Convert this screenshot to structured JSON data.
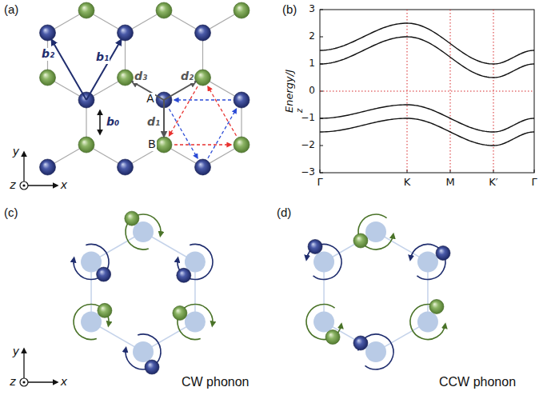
{
  "diagram": {
    "labels": [
      "(a)",
      "b₂",
      "b₁",
      "d₃",
      "d₂",
      "A",
      "d₁",
      "B",
      "b₀",
      "y",
      "x",
      "z",
      "(b)",
      "3",
      "2",
      "1",
      "0",
      "−1",
      "−2",
      "−3",
      "Energy/J",
      "z",
      "Γ",
      "K",
      "M",
      "K′",
      "Γ",
      "(c)",
      "y",
      "x",
      "z",
      "CW phonon",
      "(d)",
      "CCW phonon"
    ]
  }
}
